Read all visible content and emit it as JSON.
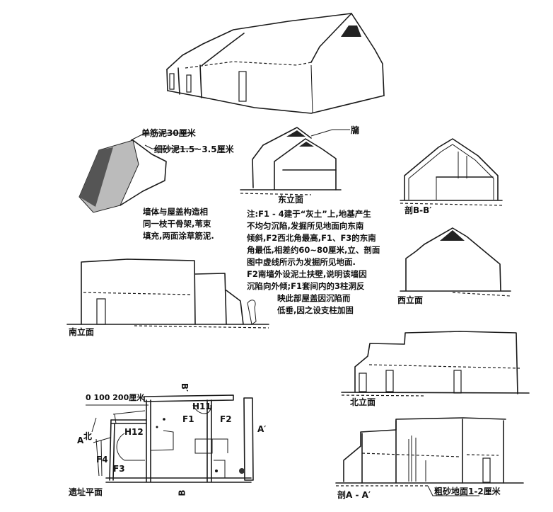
{
  "figure": {
    "perspective_view": {
      "description": "Perspective sketch of F1–F4 row house with gabled thatched roof"
    },
    "wall_detail": {
      "label_top": "单筋泥30厘米",
      "label_second": "细砂泥1.5~3.5厘米",
      "caption_lines": [
        "墙体与屋盖构造相",
        "同一枝干骨架,苇束",
        "填充,两面涂草筋泥."
      ]
    },
    "east_elevation": {
      "caption": "东立面",
      "callout": "牖"
    },
    "section_bb": {
      "caption": "剖B-B′"
    },
    "west_elevation": {
      "caption": "西立面"
    },
    "south_elevation": {
      "caption": "南立面"
    },
    "north_elevation": {
      "caption": "北立面"
    },
    "section_aa": {
      "caption": "剖A - A′",
      "callout": "粗砂地面1-2厘米"
    },
    "site_plan": {
      "caption": "遗址平面",
      "scale": "0  100  200厘米",
      "north_label": "北",
      "section_marks": [
        "A",
        "A′",
        "B",
        "B′"
      ],
      "room_labels": [
        "F1",
        "F2",
        "F3",
        "F4",
        "H11",
        "H12"
      ]
    },
    "note_lines": [
      "注:F1 - 4建于“灰土”上,地基产生",
      "不均匀沉陷,发掘所见地面向东南",
      "倾斜,F2西北角最高,F1、F3的东南",
      "角最低,相差约60~80厘米,立、剖面",
      "图中虚线所示为发掘所见地面.",
      "F2南墙外设泥土扶壁,说明该墙因",
      "沉陷向外倾;F1套间内的3柱洞反",
      "映此部屋盖因沉陷而",
      "低垂,因之设支柱加固"
    ]
  }
}
